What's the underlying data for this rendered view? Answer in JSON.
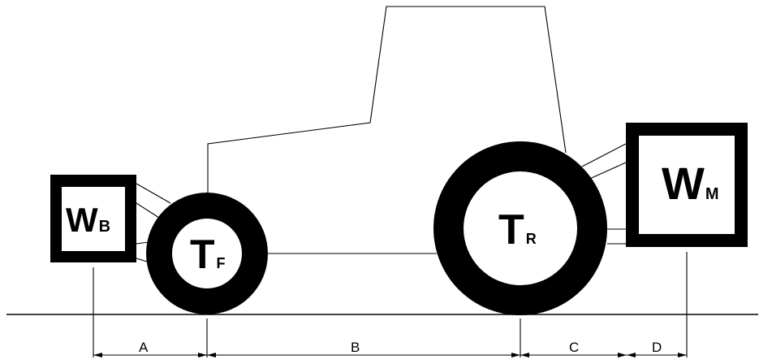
{
  "colors": {
    "ink": "#000000",
    "paper": "#ffffff"
  },
  "ballast_front": {
    "main": "W",
    "sub": "B"
  },
  "front_tire": {
    "main": "T",
    "sub": "F"
  },
  "rear_tire": {
    "main": "T",
    "sub": "R"
  },
  "implement": {
    "main": "W",
    "sub": "M"
  },
  "dimensions": {
    "a": "A",
    "b": "B",
    "c": "C",
    "d": "D"
  }
}
